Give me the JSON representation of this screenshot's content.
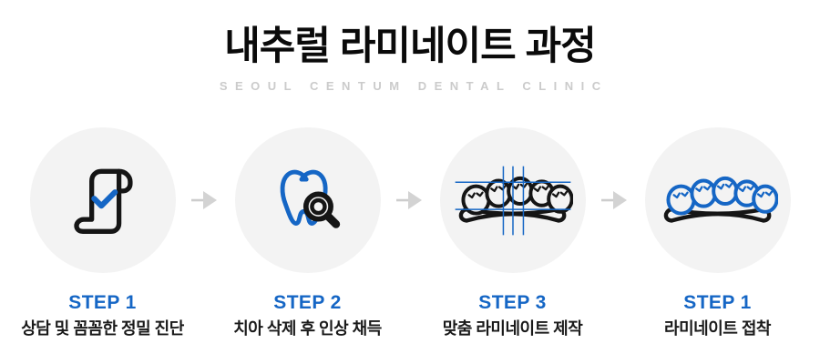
{
  "header": {
    "title": "내추럴 라미네이트 과정",
    "subtitle": "SEOUL CENTUM DENTAL CLINIC"
  },
  "steps": [
    {
      "label": "STEP 1",
      "caption": "상담 및 꼼꼼한 정밀 진단",
      "icon": "scroll-check-icon"
    },
    {
      "label": "STEP 2",
      "caption": "치아 삭제 후 인상 채득",
      "icon": "tooth-magnifier-icon"
    },
    {
      "label": "STEP 3",
      "caption": "맞춤 라미네이트 제작",
      "icon": "laminate-design-icon"
    },
    {
      "label": "STEP 1",
      "caption": "라미네이트 접착",
      "icon": "laminate-bond-icon"
    }
  ],
  "colors": {
    "accent_blue": "#1566c5",
    "icon_black": "#151515",
    "title_black": "#0a0a0a",
    "subtitle_gray": "#cbcbcb",
    "circle_bg": "#f3f3f3",
    "arrow_gray": "#d2d2d2",
    "background": "#ffffff"
  }
}
